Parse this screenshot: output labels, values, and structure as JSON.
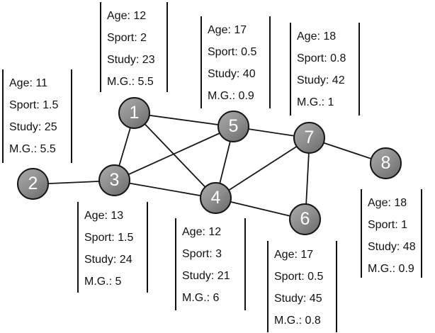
{
  "diagram": {
    "type": "social-network-graph",
    "background": "#ffffff",
    "node_fill_light": "#aaaaaa",
    "node_fill_dark": "#6b6b6b",
    "node_border_color": "#161616",
    "node_text_color": "#ffffff",
    "edge_color": "#161616",
    "card_text_color": "#111111",
    "card_bar_color": "#111111"
  },
  "nodes": [
    {
      "id": "1",
      "attrs": {
        "age": "12",
        "sport": "2",
        "study": "23",
        "mg": "5.5"
      },
      "card": [
        "Age: 12",
        "Sport: 2",
        "Study: 23",
        "M.G.: 5.5"
      ]
    },
    {
      "id": "2",
      "attrs": {
        "age": "11",
        "sport": "1.5",
        "study": "25",
        "mg": "5.5"
      },
      "card": [
        "Age: 11",
        "Sport: 1.5",
        "Study: 25",
        "M.G.: 5.5"
      ]
    },
    {
      "id": "3",
      "attrs": {
        "age": "13",
        "sport": "1.5",
        "study": "24",
        "mg": "5"
      },
      "card": [
        "Age: 13",
        "Sport: 1.5",
        "Study: 24",
        "M.G.: 5"
      ]
    },
    {
      "id": "4",
      "attrs": {
        "age": "12",
        "sport": "3",
        "study": "21",
        "mg": "6"
      },
      "card": [
        "Age: 12",
        "Sport: 3",
        "Study: 21",
        "M.G.: 6"
      ]
    },
    {
      "id": "5",
      "attrs": {
        "age": "17",
        "sport": "0.5",
        "study": "40",
        "mg": "0.9"
      },
      "card": [
        "Age: 17",
        "Sport: 0.5",
        "Study: 40",
        "M.G.: 0.9"
      ]
    },
    {
      "id": "6",
      "attrs": {
        "age": "17",
        "sport": "0.5",
        "study": "45",
        "mg": "0.8"
      },
      "card": [
        "Age: 17",
        "Sport: 0.5",
        "Study: 45",
        "M.G.: 0.8"
      ]
    },
    {
      "id": "7",
      "attrs": {
        "age": "18",
        "sport": "0.8",
        "study": "42",
        "mg": "1"
      },
      "card": [
        "Age: 18",
        "Sport: 0.8",
        "Study: 42",
        "M.G.: 1"
      ]
    },
    {
      "id": "8",
      "attrs": {
        "age": "18",
        "sport": "1",
        "study": "48",
        "mg": "0.9"
      },
      "card": [
        "Age: 18",
        "Sport: 1",
        "Study: 48",
        "M.G.: 0.9"
      ]
    }
  ],
  "edges": [
    "1-3",
    "1-4",
    "1-5",
    "2-3",
    "3-4",
    "3-5",
    "4-5",
    "4-6",
    "4-7",
    "5-7",
    "6-7",
    "7-8"
  ]
}
